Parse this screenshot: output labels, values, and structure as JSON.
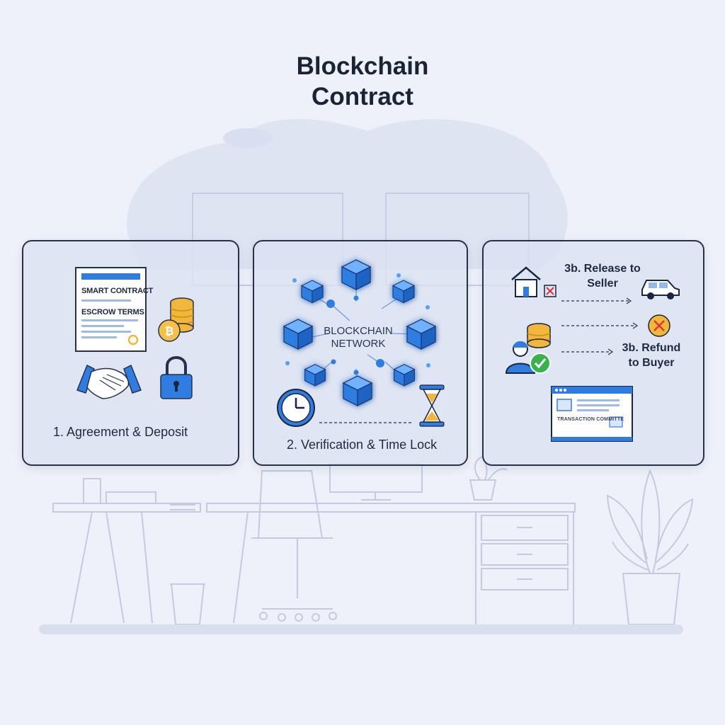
{
  "title": {
    "line1": "Blockchain",
    "line2": "Contract"
  },
  "panels": {
    "agreement": {
      "caption": "1. Agreement & Deposit",
      "doc_title": "SMART CONTRACT",
      "doc_subtitle": "ESCROW TERMS"
    },
    "verification": {
      "caption": "2. Verification & Time Lock",
      "network_line1": "BLOCKCHAIN",
      "network_line2": "NETWORK"
    },
    "outcomes": {
      "release_line1": "3b. Release to",
      "release_line2": "Seller",
      "refund_line1": "3b. Refund",
      "refund_line2": "to Buyer",
      "receipt_text": "TRANSACTION COMMITTE"
    }
  },
  "colors": {
    "accent_blue": "#2f7de1",
    "coin_gold": "#f2b73a",
    "success_green": "#38b24a",
    "error_red": "#e0342f",
    "outline": "#27314a"
  }
}
